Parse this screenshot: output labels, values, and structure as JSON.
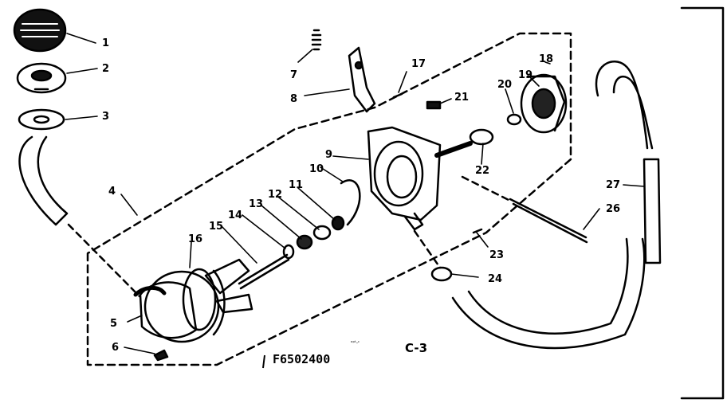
{
  "diagram": {
    "part_labels": [
      "1",
      "2",
      "3",
      "4",
      "5",
      "6",
      "7",
      "8",
      "9",
      "10",
      "11",
      "12",
      "13",
      "14",
      "15",
      "16",
      "17",
      "18",
      "19",
      "20",
      "21",
      "22",
      "23",
      "24",
      "26",
      "27"
    ],
    "drawing_code": "F6502400",
    "sheet": "C-3",
    "small_mark": "ᵒᵖᵗ-ᶜ"
  }
}
